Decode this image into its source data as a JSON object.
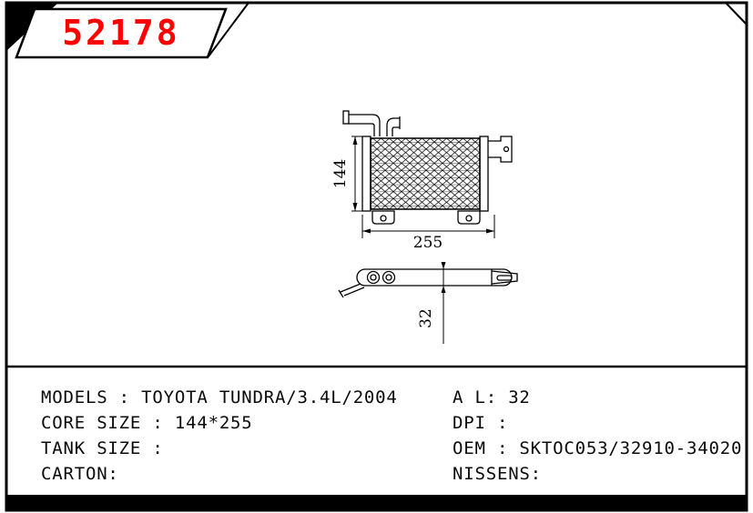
{
  "page": {
    "background_color": "#ffffff",
    "frame_color": "#000000"
  },
  "badge": {
    "part_number": "52178",
    "text_color": "#ff0000"
  },
  "drawing": {
    "front_view": {
      "dim_height": "144",
      "dim_width": "255"
    },
    "side_view": {
      "dim_thickness": "32"
    }
  },
  "specs": {
    "left": [
      "MODELS : TOYOTA TUNDRA/3.4L/2004",
      "CORE SIZE : 144*255",
      "TANK SIZE :",
      "CARTON:"
    ],
    "right": [
      "A L: 32",
      "DPI :",
      "OEM : SKTOC053/32910-34020",
      "NISSENS:"
    ]
  }
}
